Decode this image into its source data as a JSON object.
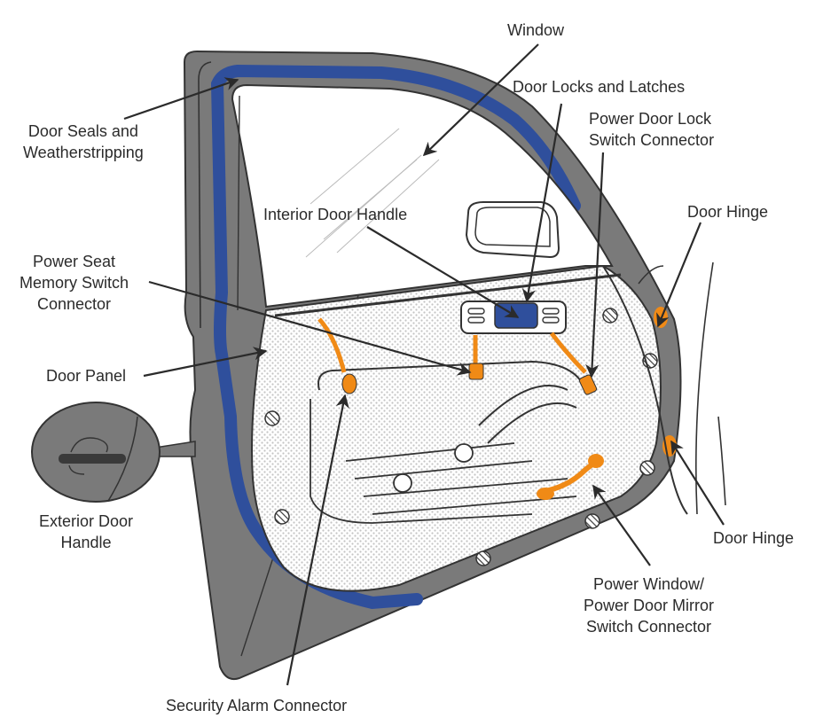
{
  "diagram": {
    "subject": "Car door components",
    "colors": {
      "door_frame": "#7a7a7a",
      "weatherstrip": "#2f4f9c",
      "connector": "#f08a16",
      "lock": "#2f4f9c",
      "line": "#2b2b2b",
      "panel_dots": "#c8c8c8"
    },
    "labels": {
      "window": [
        "Window"
      ],
      "door_locks": [
        "Door Locks and Latches"
      ],
      "power_door_lock": [
        "Power Door Lock",
        "Switch Connector"
      ],
      "door_seals": [
        "Door Seals and",
        "Weatherstripping"
      ],
      "interior_handle": [
        "Interior Door Handle"
      ],
      "door_hinge_top": [
        "Door Hinge"
      ],
      "power_seat": [
        "Power Seat",
        "Memory Switch",
        "Connector"
      ],
      "door_panel": [
        "Door Panel"
      ],
      "exterior_handle": [
        "Exterior Door",
        "Handle"
      ],
      "door_hinge_bottom": [
        "Door Hinge"
      ],
      "power_window": [
        "Power Window/",
        "Power Door Mirror",
        "Switch Connector"
      ],
      "security_alarm": [
        "Security Alarm Connector"
      ]
    }
  }
}
